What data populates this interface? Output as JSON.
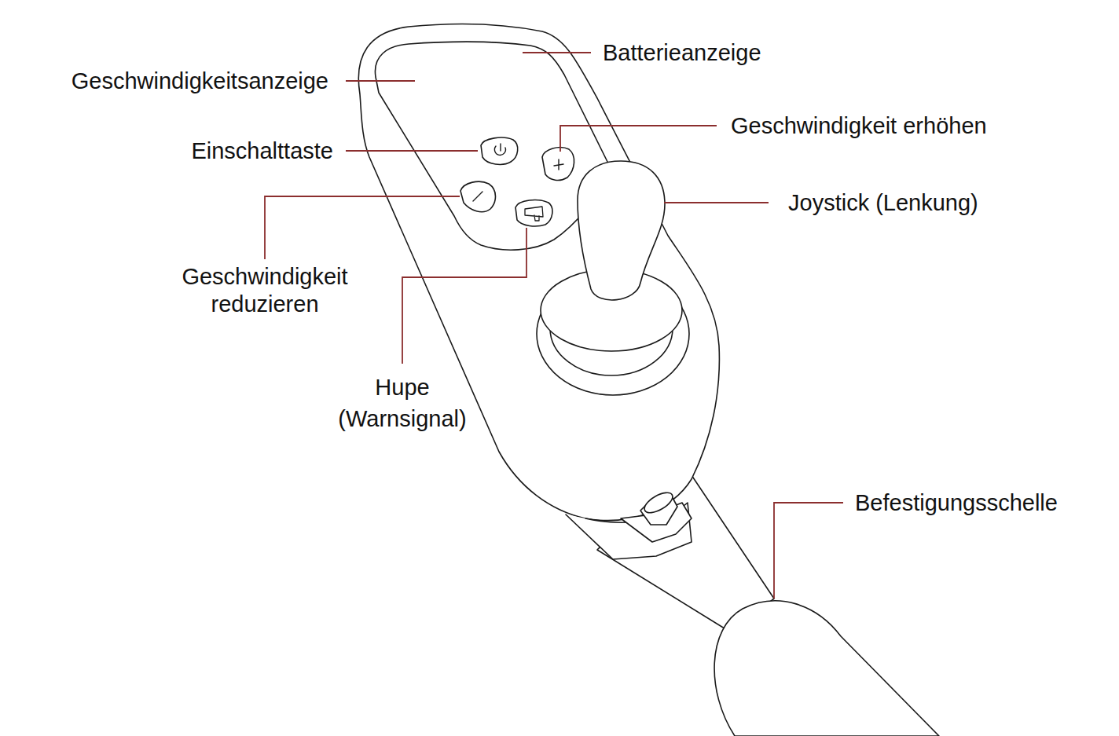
{
  "diagram": {
    "labels": [
      "Geschwindigkeitsanzeige",
      "Batterieanzeige",
      "Einschalttaste",
      "Geschwindigkeit erhöhen",
      "Joystick (Lenkung)",
      "Geschwindigkeit reduzieren",
      "Hupe (Warnsignal)",
      "Befestigungsschelle"
    ]
  }
}
